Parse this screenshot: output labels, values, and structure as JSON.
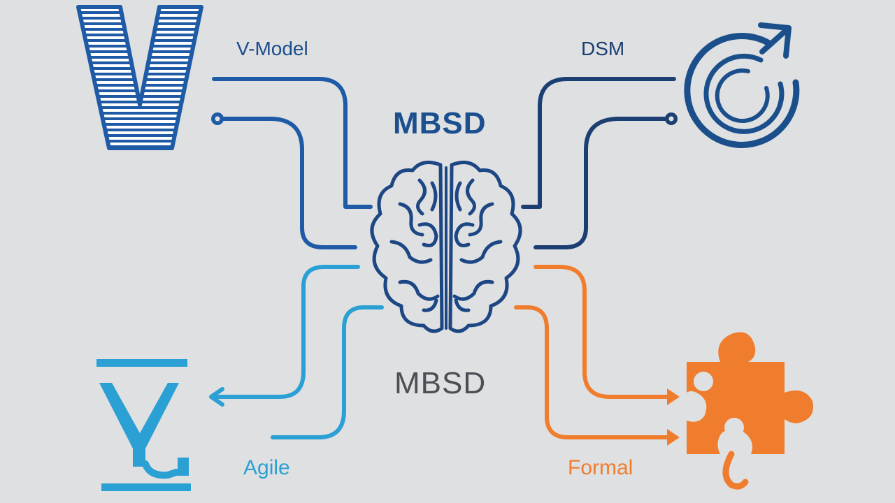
{
  "labels": {
    "v_model": "V-Model",
    "dsm": "DSM",
    "mbsd_top": "MBSD",
    "mbsd_bottom": "MBSD",
    "agile": "Agile",
    "formal": "Formal"
  },
  "colors": {
    "background": "#dfe0e1",
    "v_model_blue": "#1e5aa6",
    "dsm_navy": "#1b3f72",
    "agile_cyan": "#2aa0d4",
    "formal_orange": "#f07d2e",
    "brain_navy": "#1d4784"
  },
  "icons": {
    "v_model": "v-letter-icon",
    "dsm": "circular-arrow-icon",
    "agile": "y-letter-icon",
    "formal": "puzzle-piece-icon",
    "center": "brain-icon"
  }
}
